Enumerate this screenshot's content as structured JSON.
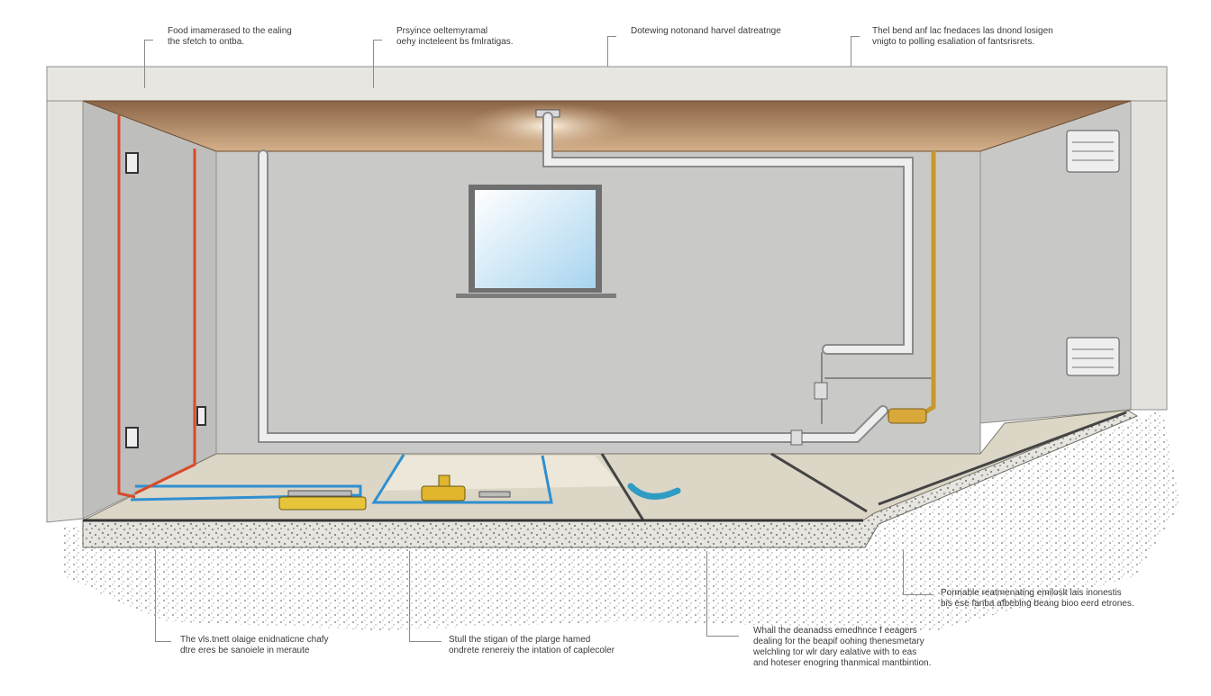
{
  "annotations": {
    "top": [
      {
        "line1": "Food imamerased to the ealing",
        "line2": "the sfetch to ontba."
      },
      {
        "line1": "Prsyince oeltemyramal",
        "line2": "oehy incteleent bs fmlratigas."
      },
      {
        "line1": "Dotewing notonand harvel datreatnge",
        "line2": ""
      },
      {
        "line1": "Thel bend anf lac fnedaces las dnond losigen",
        "line2": "vnigto to polling esaliation of fantsrisrets."
      }
    ],
    "bottom": [
      {
        "line1": "The vls.tnett olaige enidnaticne chafy",
        "line2": "dtre eres be sanoiele in meraute",
        "line3": ""
      },
      {
        "line1": "Stull the stigan of the plarge hamed",
        "line2": "ondrete renereiy the intation of caplecoler",
        "line3": ""
      },
      {
        "line1": "Whall the deanadss emedhnce f eeagers",
        "line2": "dealing for the beapif oohing thenesmetary",
        "line3": "welchling tor wlr dary ealative with to eas",
        "line4": "and hoteser enogring thanmical mantbintion."
      }
    ],
    "right": {
      "line1": "Pormable reatmenating emiloslt lais inonestis",
      "line2": "bis ese fanba afbebing beang bioo eerd etrones."
    }
  },
  "colors": {
    "wall": "#c9c9c7",
    "ceiling_wood": "#b98f67",
    "pipe": "#e6e6e6",
    "gas_pipe": "#c9982f",
    "red_wire": "#d84a2a",
    "blue_line": "#2f8fd0",
    "gravel": "#9a9a96"
  }
}
